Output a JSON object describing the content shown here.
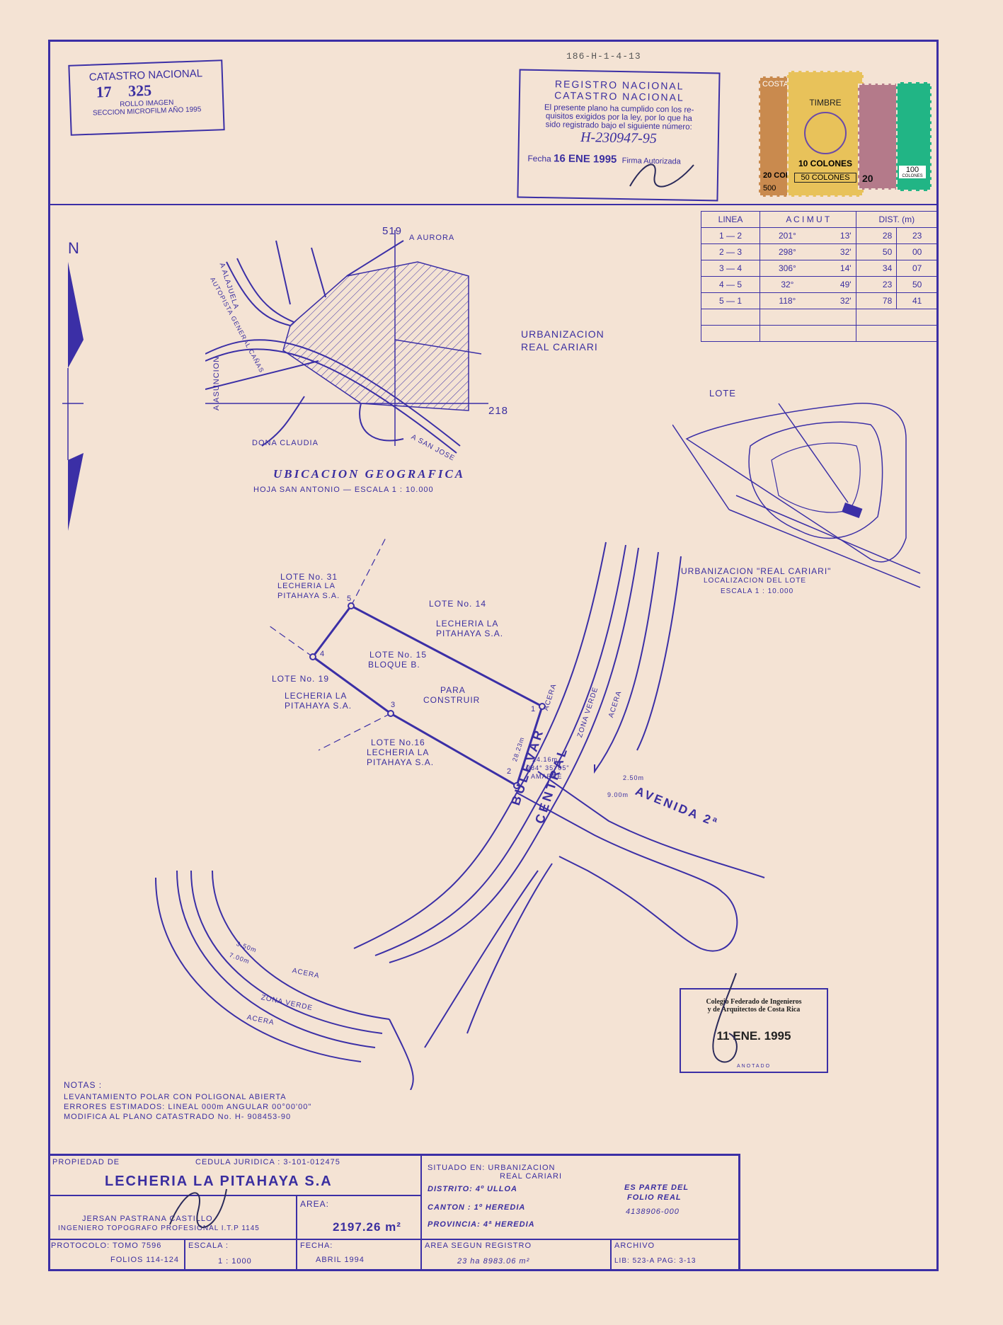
{
  "catastro_stamp": {
    "line1": "CATASTRO NACIONAL",
    "number_a": "17",
    "number_b": "325",
    "line3": "ROLLO IMAGEN",
    "line4": "SECCION MICROFILM AÑO 1995"
  },
  "plan_code": "186-H-1-4-13",
  "registro_stamp": {
    "title1": "REGISTRO NACIONAL",
    "title2": "CATASTRO NACIONAL",
    "body1": "El presente plano ha cumplido con los re-",
    "body2": "quisitos exigidos por la ley, por lo que ha",
    "body3": "sido registrado bajo el siguiente número:",
    "number": "H-230947-95",
    "fecha_label": "Fecha",
    "fecha": "16 ENE 1995",
    "firma": "Firma Autorizada"
  },
  "stamps": {
    "s1": "COSTA RICA",
    "s2": "TIMBRE",
    "s3": "20 COLONES",
    "s4": "10 COLONES",
    "s5": "500",
    "s6": "50 COLONES",
    "s7": "100",
    "s8": "COLONES",
    "s9": "20"
  },
  "north_label": "N",
  "azimuth_table": {
    "headers": [
      "LINEA",
      "A C I M U T",
      "DIST. (m)"
    ],
    "rows": [
      {
        "linea": "1 — 2",
        "grados": "201°",
        "min": "13'",
        "m": "28",
        "cm": "23"
      },
      {
        "linea": "2 — 3",
        "grados": "298°",
        "min": "32'",
        "m": "50",
        "cm": "00"
      },
      {
        "linea": "3 — 4",
        "grados": "306°",
        "min": "14'",
        "m": "34",
        "cm": "07"
      },
      {
        "linea": "4 — 5",
        "grados": "32°",
        "min": "49'",
        "m": "23",
        "cm": "50"
      },
      {
        "linea": "5 — 1",
        "grados": "118°",
        "min": "32'",
        "m": "78",
        "cm": "41"
      }
    ]
  },
  "location_map": {
    "grid_top": "519",
    "grid_right": "218",
    "a_aurora": "A AURORA",
    "a_alajuela": "A ALAJUELA",
    "autopista": "AUTOPISTA GENERAL CAÑAS",
    "a_asuncion": "A ASUNCION",
    "dona_claudia": "DONA CLAUDIA",
    "a_san_jose": "A SAN JOSE",
    "urb1": "URBANIZACION",
    "urb2": "REAL CARIARI",
    "title": "UBICACION GEOGRAFICA",
    "subtitle": "HOJA SAN ANTONIO  —  ESCALA 1 : 10.000"
  },
  "lot_map": {
    "lote": "LOTE",
    "urb": "URBANIZACION \"REAL CARIARI\"",
    "loc": "LOCALIZACION DEL LOTE",
    "escala": "ESCALA 1 : 10.000"
  },
  "plan": {
    "lote31a": "LOTE No. 31",
    "lote31b": "LECHERIA LA",
    "lote31c": "PITAHAYA S.A.",
    "lote14a": "LOTE No. 14",
    "lote14b": "LECHERIA LA",
    "lote14c": "PITAHAYA S.A.",
    "lote15a": "LOTE No. 15",
    "lote15b": "BLOQUE B.",
    "para": "PARA",
    "construir": "CONSTRUIR",
    "lote19a": "LOTE No. 19",
    "lote19b": "LECHERIA LA",
    "lote19c": "PITAHAYA S.A.",
    "lote16a": "LOTE No.16",
    "lote16b": "LECHERIA LA",
    "lote16c": "PITAHAYA S.A.",
    "p1": "1",
    "p2": "2",
    "p3": "3",
    "p4": "4",
    "p5": "5",
    "d1": "28.23m",
    "amarre1": "24.16m",
    "amarre2": "284° 35' 05\"",
    "amarre3": "AMARRE",
    "acera": "ACERA",
    "zona_verde": "ZONA VERDE",
    "bulevar": "BULEVAR",
    "central": "CENTRAL",
    "avenida": "AVENIDA 2ª",
    "w350": "3.50m",
    "w700": "7.00m",
    "w900": "9.00m",
    "w250": "2.50m"
  },
  "colegio_stamp": {
    "l1": "Colegio Federado de Ingenieros",
    "l2": "y de Arquitectos de Costa Rica",
    "date": "11 ENE. 1995",
    "l3": "ANOTADO"
  },
  "notas": {
    "title": "NOTAS :",
    "n1": "LEVANTAMIENTO POLAR CON POLIGONAL ABIERTA",
    "n2": "ERRORES ESTIMADOS: LINEAL 000m  ANGULAR 00°00'00\"",
    "n3": "MODIFICA AL PLANO CATASTRADO No. H- 908453-90"
  },
  "title_block": {
    "propiedad_label": "PROPIEDAD DE",
    "cedula": "CEDULA JURIDICA : 3-101-012475",
    "owner": "LECHERIA LA PITAHAYA S.A",
    "area_label": "AREA:",
    "area": "2197.26 m²",
    "engineer1": "JERSAN PASTRANA CASTILLO",
    "engineer2": "INGENIERO TOPOGRAFO PROFESIONAL I.T.P 1145",
    "protocolo": "PROTOCOLO: TOMO 7596",
    "folios": "FOLIOS 114-124",
    "escala_label": "ESCALA :",
    "escala": "1 : 1000",
    "fecha_label": "FECHA:",
    "fecha": "ABRIL 1994",
    "situado1": "SITUADO EN: URBANIZACION",
    "situado2": "REAL CARIARI",
    "distrito": "DISTRITO: 4º ULLOA",
    "canton": "CANTON : 1º HEREDIA",
    "provincia": "PROVINCIA: 4ª HEREDIA",
    "folio1": "ES PARTE DEL",
    "folio2": "FOLIO REAL",
    "folio3": "4138906-000",
    "area_reg_label": "AREA SEGUN REGISTRO",
    "area_reg": "23 ha 8983.06 m²",
    "archivo_label": "ARCHIVO",
    "archivo": "LIB: 523-A  PAG: 3-13"
  }
}
